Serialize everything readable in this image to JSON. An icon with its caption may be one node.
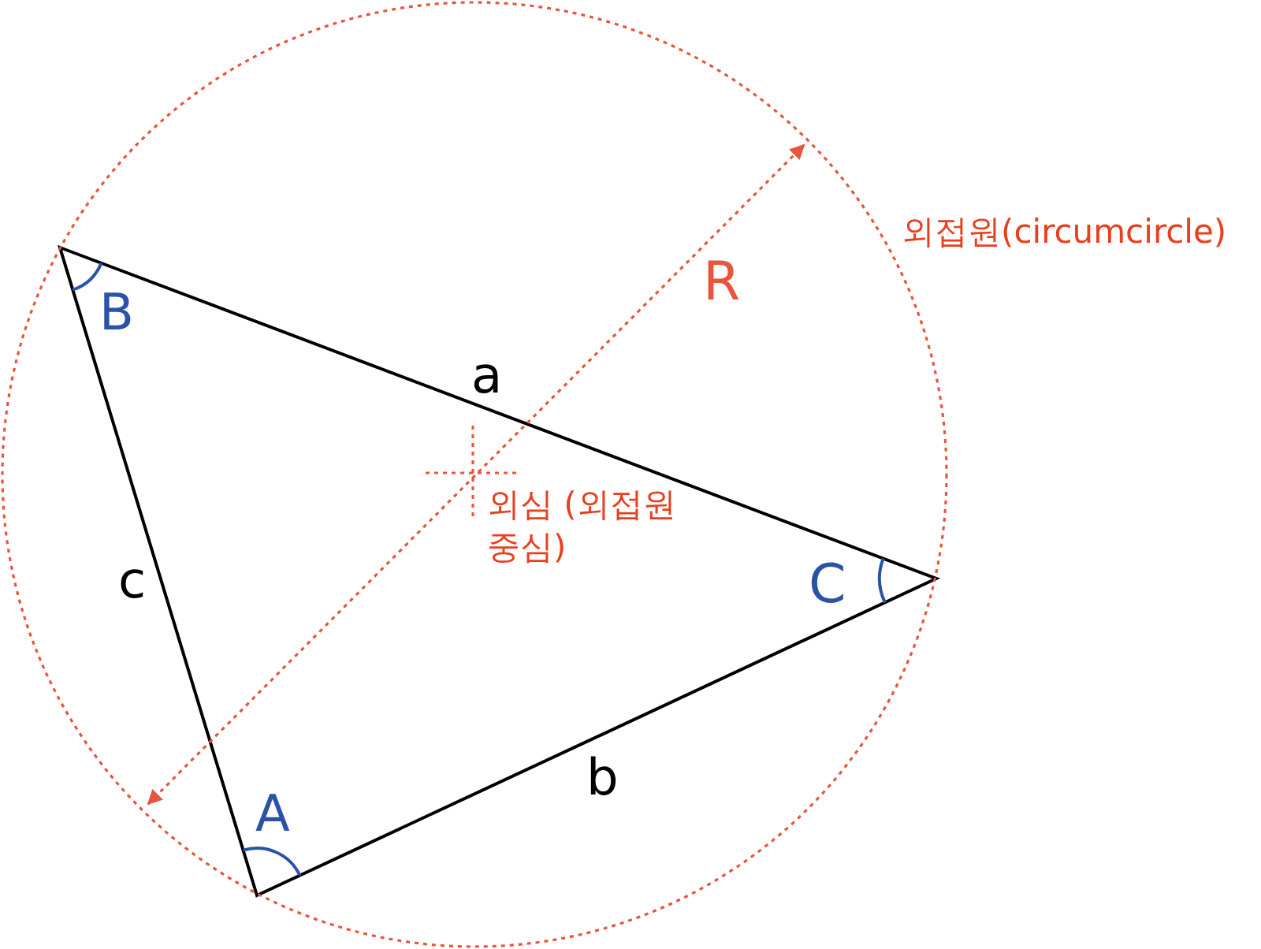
{
  "diagram": {
    "nodes": [
      {
        "text": [],
        "shape": "circle",
        "beside": [
          "외접원(circumcircle)"
        ]
      }
    ],
    "edges": [],
    "labels": [
      "R",
      "B",
      "a",
      "외심 (외접원 중심)",
      "c",
      "C",
      "A",
      "b"
    ]
  }
}
